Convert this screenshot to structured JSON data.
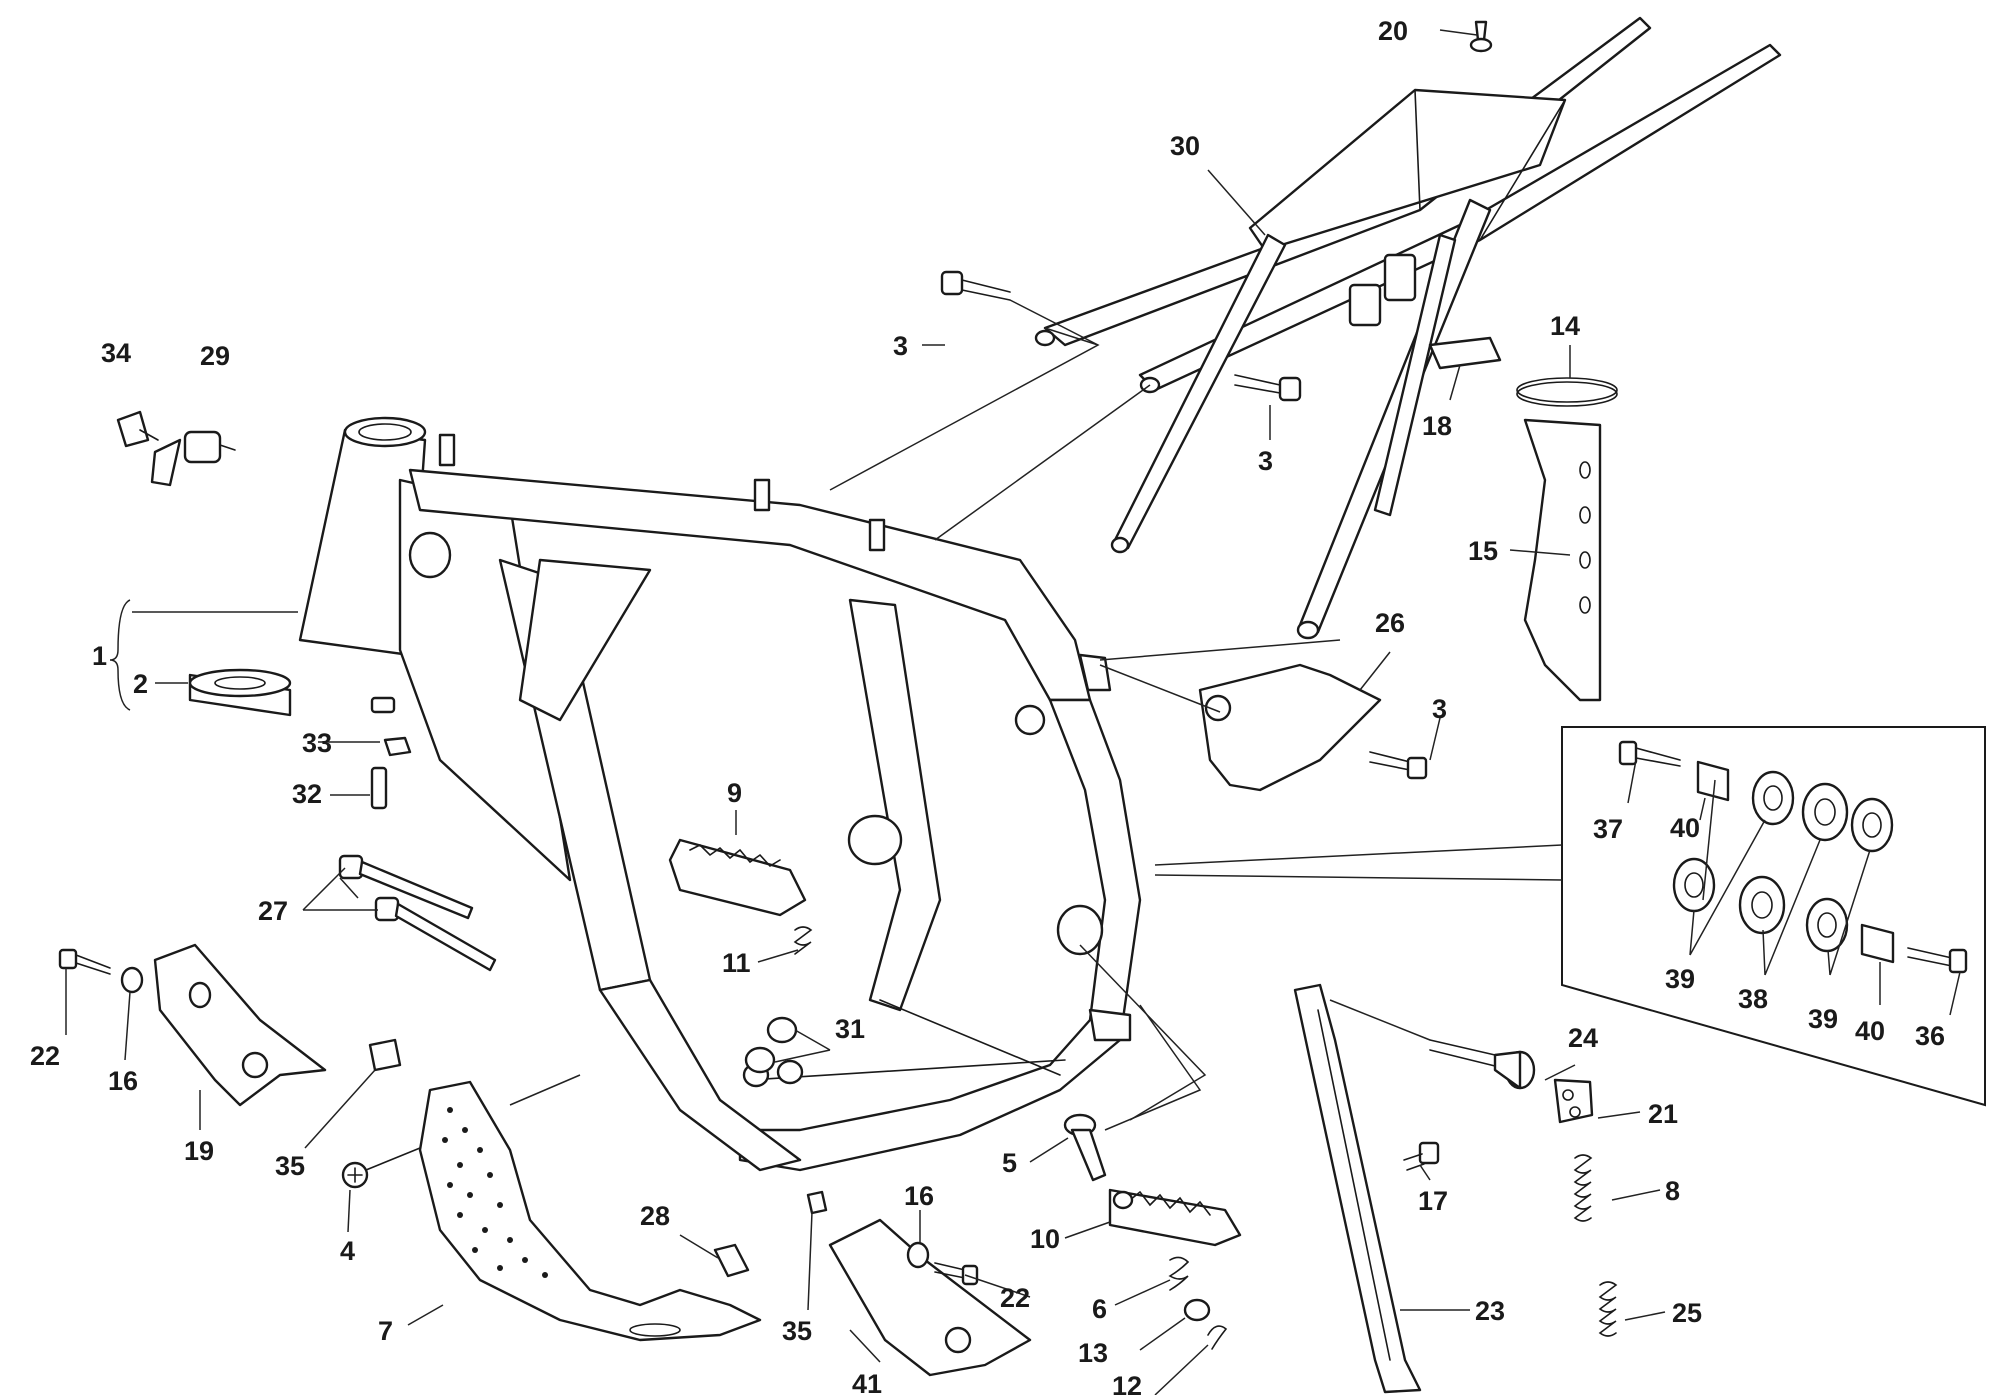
{
  "diagram": {
    "callouts": {
      "c1": "1",
      "c2": "2",
      "c3a": "3",
      "c3b": "3",
      "c3c": "3",
      "c4": "4",
      "c5": "5",
      "c6": "6",
      "c7": "7",
      "c8": "8",
      "c9": "9",
      "c10": "10",
      "c11": "11",
      "c12": "12",
      "c13": "13",
      "c14": "14",
      "c15": "15",
      "c16a": "16",
      "c16b": "16",
      "c17": "17",
      "c18": "18",
      "c19": "19",
      "c20": "20",
      "c21": "21",
      "c22a": "22",
      "c22b": "22",
      "c23": "23",
      "c24": "24",
      "c25": "25",
      "c26": "26",
      "c27": "27",
      "c28": "28",
      "c29": "29",
      "c30": "30",
      "c31": "31",
      "c32": "32",
      "c33": "33",
      "c34": "34",
      "c35a": "35",
      "c35b": "35",
      "c36": "36",
      "c37": "37",
      "c38": "38",
      "c39a": "39",
      "c39b": "39",
      "c40a": "40",
      "c40b": "40",
      "c41": "41"
    }
  }
}
